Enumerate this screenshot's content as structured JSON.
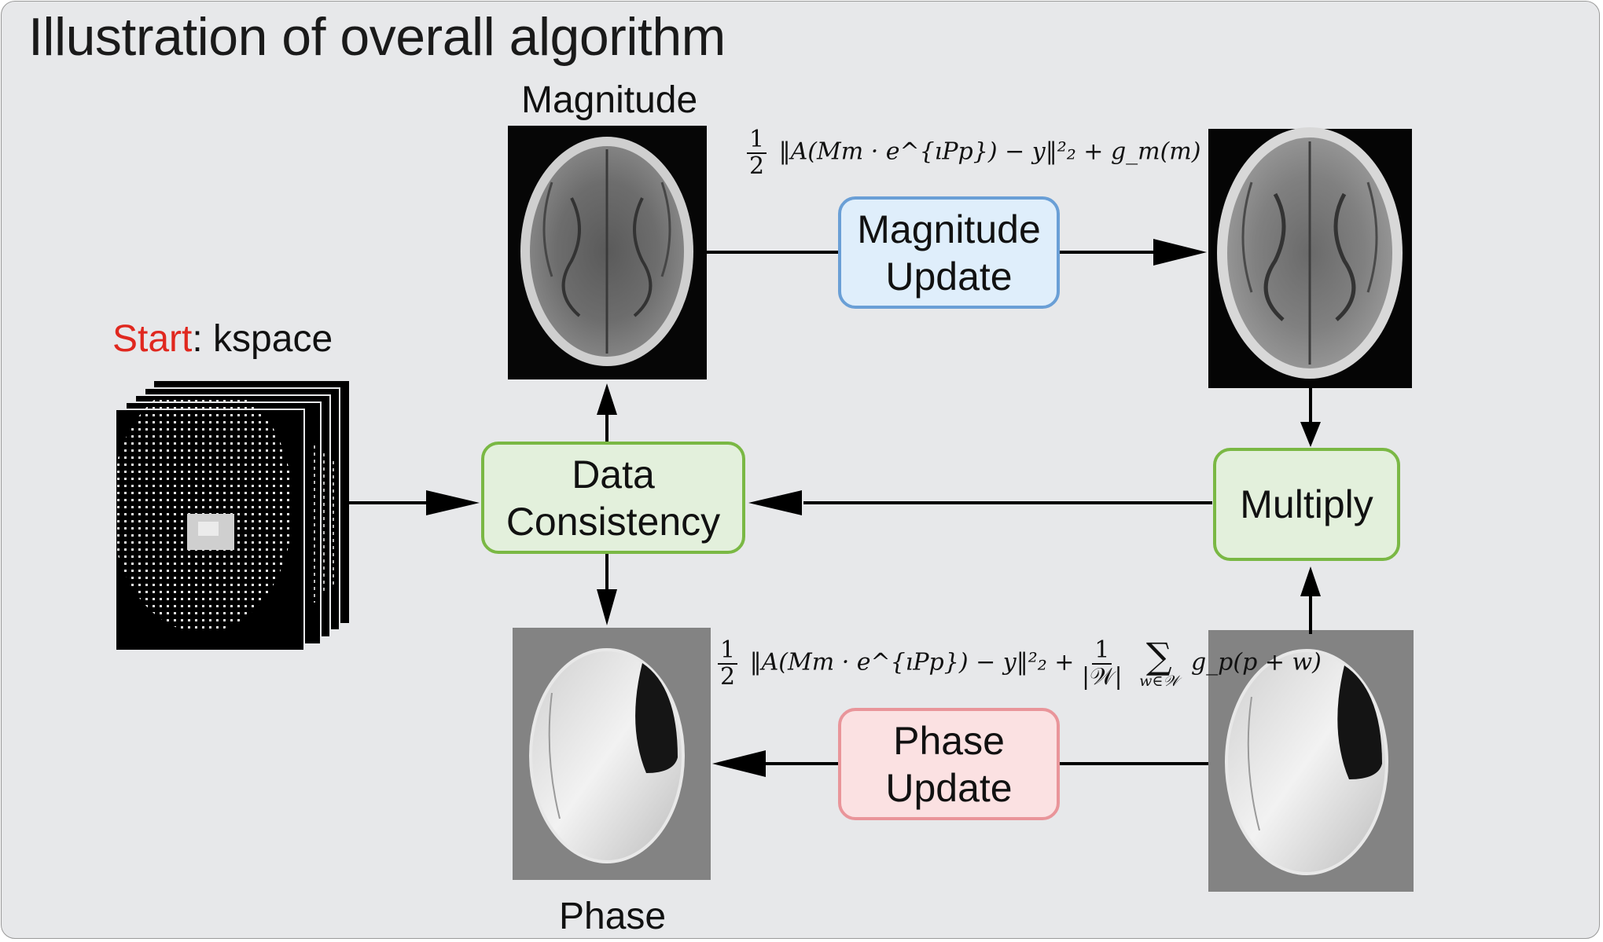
{
  "title": "Illustration of overall algorithm",
  "start_label": {
    "start_word": "Start",
    "rest": ": kspace"
  },
  "labels": {
    "magnitude": "Magnitude",
    "phase": "Phase"
  },
  "boxes": {
    "data_consistency": [
      "Data",
      "Consistency"
    ],
    "magnitude_update": [
      "Magnitude",
      "Update"
    ],
    "phase_update": [
      "Phase",
      "Update"
    ],
    "multiply": "Multiply"
  },
  "formulas": {
    "magnitude": {
      "half_num": "1",
      "half_den": "2",
      "body": "‖A(Mm · e^{ıPp}) − y‖²₂ + g_m(m)"
    },
    "phase": {
      "half_num": "1",
      "half_den": "2",
      "body": "‖A(Mm · e^{ıPp}) − y‖²₂ +",
      "frac_num": "1",
      "frac_den": "|𝒲|",
      "sum_under": "w∈𝒲",
      "tail": "g_p(p + w)"
    }
  },
  "colors": {
    "background": "#e7e8ea",
    "start_red": "#e0281f",
    "green_border": "#7ab844",
    "green_fill": "#e3f0dc",
    "blue_border": "#6a9fd6",
    "blue_fill": "#dfeefb",
    "red_border": "#e9959a",
    "red_fill": "#fbe1e2"
  },
  "icons": {
    "kspace": "kspace-stack-image",
    "magnitude_input": "brain-magnitude-image",
    "magnitude_output": "brain-magnitude-updated-image",
    "phase_output": "brain-phase-image",
    "phase_input": "brain-phase-input-image"
  }
}
